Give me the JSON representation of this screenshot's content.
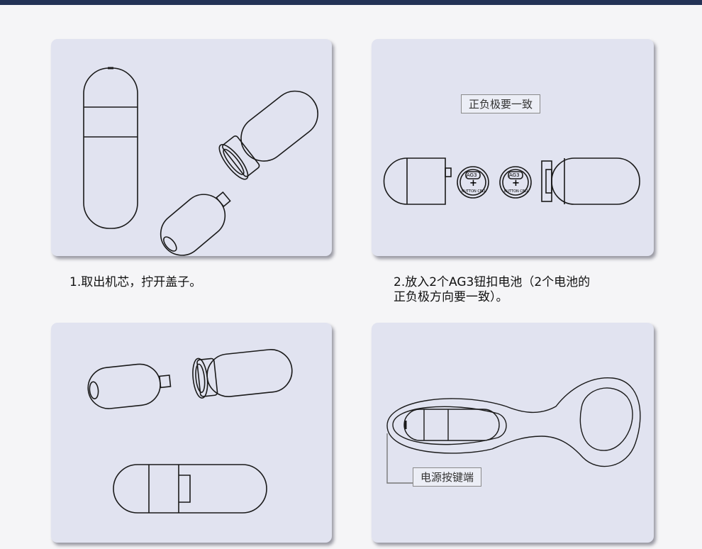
{
  "steps": [
    {
      "caption": "1.取出机芯，拧开盖子。"
    },
    {
      "caption_line1": "2.放入2个AG3钮扣电池（2个电池的",
      "caption_line2": "正负极方向要一致）。",
      "note": "正负极要一致",
      "battery_text": "AG3",
      "battery_arc": "BUTTON CELL",
      "battery_sign": "+"
    },
    {},
    {
      "note": "电源按键端"
    }
  ],
  "colors": {
    "header": "#233256",
    "panel": "#e1e3f0",
    "line": "#1a1a1a"
  }
}
